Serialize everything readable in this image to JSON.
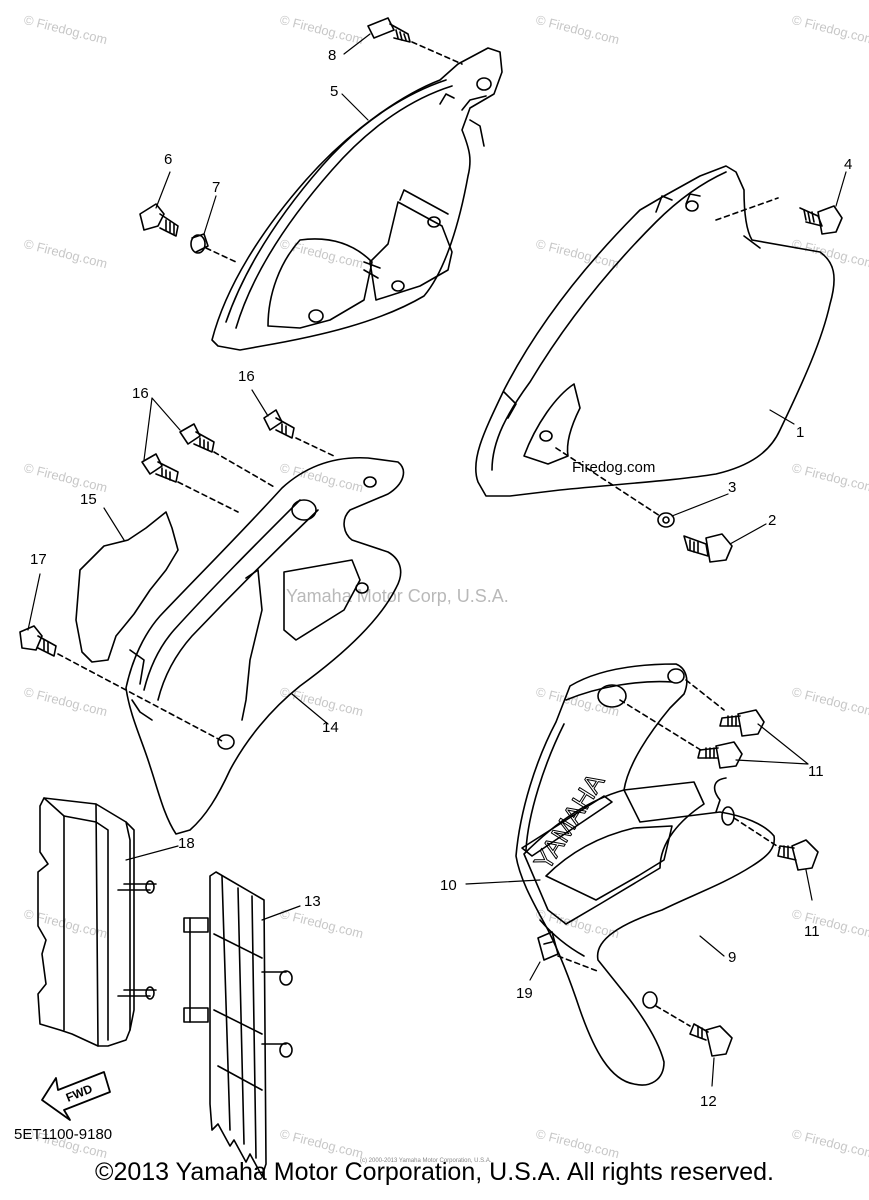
{
  "callouts": {
    "c1": "1",
    "c2": "2",
    "c3": "3",
    "c4": "4",
    "c5": "5",
    "c6": "6",
    "c7": "7",
    "c8": "8",
    "c9": "9",
    "c10": "10",
    "c11a": "11",
    "c11b": "11",
    "c12": "12",
    "c13": "13",
    "c14": "14",
    "c15": "15",
    "c16a": "16",
    "c16b": "16",
    "c17": "17",
    "c18": "18",
    "c19": "19"
  },
  "labels": {
    "brand_decal": "YAMAHA",
    "fwd": "FWD",
    "diagram_code": "5ET1100-9180",
    "center_watermark": "Yamaha Motor Corp, U.S.A.",
    "watermark": "© Firedog.com",
    "inline_watermark": "Firedog.com",
    "tiny_copyright": "(c) 2000-2013 Yamaha Motor Corporation, U.S.A.",
    "copyright": "©2013 Yamaha Motor Corporation, U.S.A. All rights reserved."
  },
  "colors": {
    "line": "#000000",
    "watermark": "#c8c8c8",
    "background": "#ffffff"
  }
}
